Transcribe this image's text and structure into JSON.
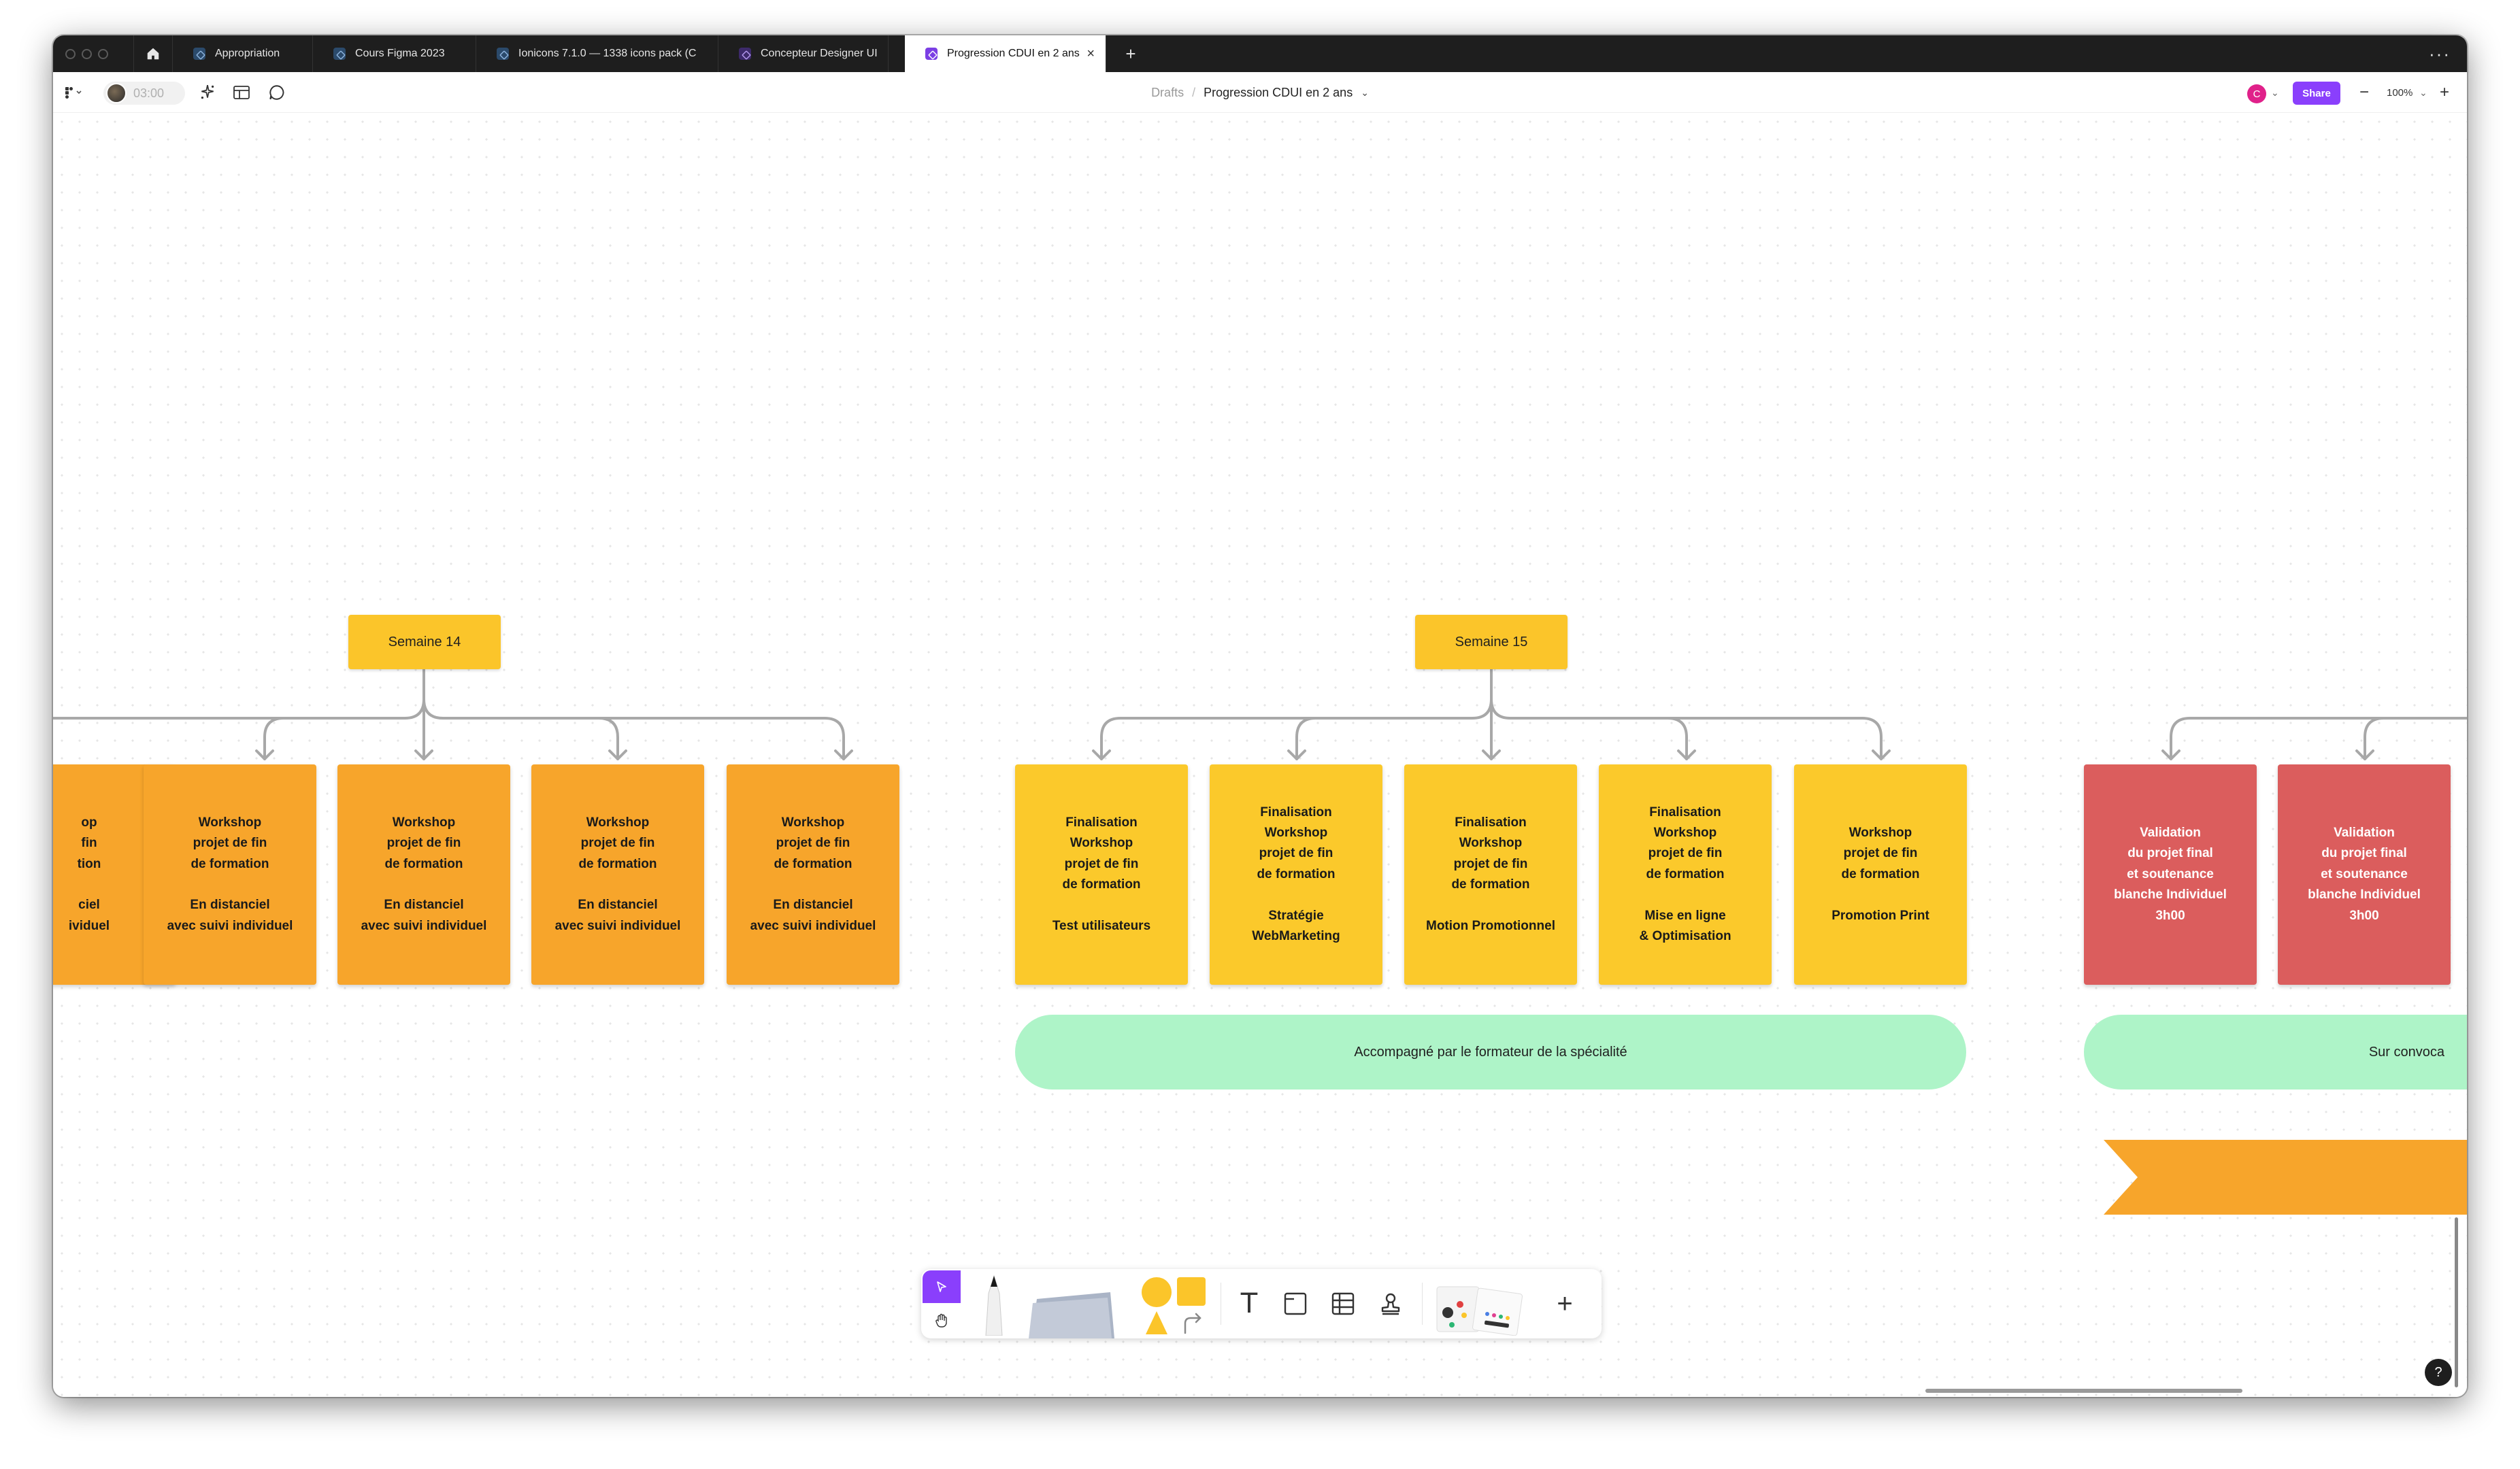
{
  "tabs": [
    {
      "label": "Appropriation",
      "icon": "figma-file-icon"
    },
    {
      "label": "Cours Figma 2023",
      "icon": "figma-file-icon"
    },
    {
      "label": "Ionicons 7.1.0 — 1338 icons pack (C",
      "icon": "figma-file-icon"
    },
    {
      "label": "Concepteur Designer UI",
      "icon": "figjam-file-icon"
    },
    {
      "label": "Progression CDUI en 2 ans",
      "icon": "figjam-file-icon",
      "active": true
    }
  ],
  "toolbar": {
    "timer": "03:00",
    "breadcrumb_root": "Drafts",
    "breadcrumb_sep": "/",
    "file_title": "Progression CDUI en 2 ans",
    "user_initial": "C",
    "share_label": "Share",
    "zoom": "100%",
    "zoom_out": "−",
    "zoom_in": "+"
  },
  "canvas": {
    "weeks": [
      {
        "label": "Semaine 14"
      },
      {
        "label": "Semaine 15"
      }
    ],
    "stickies": [
      {
        "text": "op\nfin\ntion\n\nciel\nividuel",
        "color": "orange"
      },
      {
        "text": "Workshop\nprojet de fin\nde formation\n\nEn distanciel\navec suivi individuel",
        "color": "orange"
      },
      {
        "text": "Workshop\nprojet de fin\nde formation\n\nEn distanciel\navec suivi individuel",
        "color": "orange"
      },
      {
        "text": "Workshop\nprojet de fin\nde formation\n\nEn distanciel\navec suivi individuel",
        "color": "orange"
      },
      {
        "text": "Workshop\nprojet de fin\nde formation\n\nEn distanciel\navec suivi individuel",
        "color": "orange"
      },
      {
        "text": "Finalisation\nWorkshop\nprojet de fin\nde formation\n\nTest utilisateurs",
        "color": "yellow"
      },
      {
        "text": "Finalisation\nWorkshop\nprojet de fin\nde formation\n\nStratégie\nWebMarketing",
        "color": "yellow"
      },
      {
        "text": "Finalisation\nWorkshop\nprojet de fin\nde formation\n\nMotion Promotionnel",
        "color": "yellow"
      },
      {
        "text": "Finalisation\nWorkshop\nprojet de fin\nde formation\n\nMise en ligne\n& Optimisation",
        "color": "yellow"
      },
      {
        "text": "Workshop\nprojet de fin\nde formation\n\nPromotion Print",
        "color": "yellow"
      },
      {
        "text": "Validation\ndu projet final\net soutenance\nblanche Individuel\n3h00",
        "color": "red"
      },
      {
        "text": "Validation\ndu projet final\net soutenance\nblanche Individuel\n3h00",
        "color": "red"
      }
    ],
    "banners": [
      {
        "text": "Accompagné par le formateur de la spécialité"
      },
      {
        "text": "Sur convoca"
      }
    ],
    "colors": {
      "orange": "#f7a52b",
      "yellow": "#fbc92b",
      "red": "#db5d5d",
      "mint": "#aef4c8",
      "accent": "#8a3ffc"
    }
  },
  "tray": {
    "tools": [
      "select-tool",
      "hand-tool",
      "marker-tool",
      "sticky-note-tool",
      "shapes-tool",
      "connector-tool",
      "text-tool",
      "section-tool",
      "table-tool",
      "stamp-tool",
      "widgets-tool",
      "more-tools"
    ],
    "text_tool_glyph": "T",
    "add_glyph": "+"
  },
  "help_label": "?"
}
